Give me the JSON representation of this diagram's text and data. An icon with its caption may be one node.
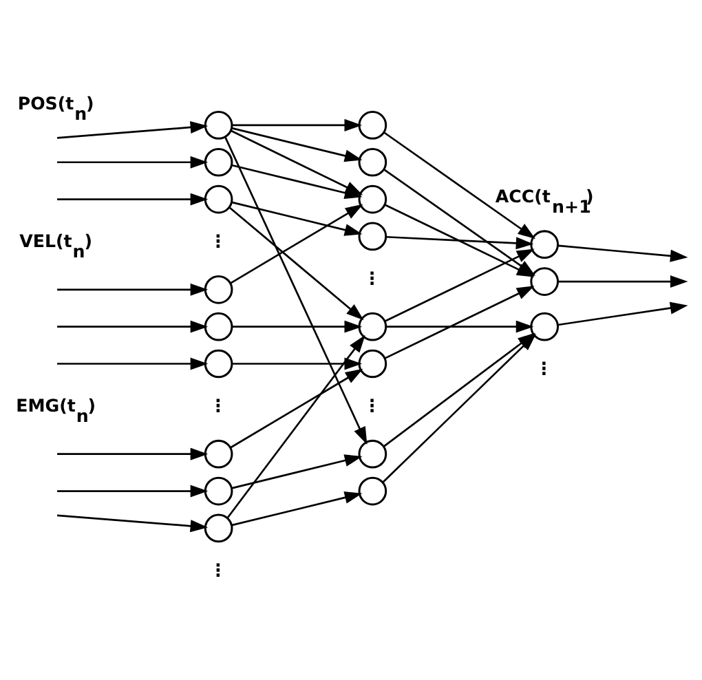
{
  "diagram": {
    "nodes": [
      {
        "text": [],
        "shape": "circle"
      },
      {
        "text": [],
        "shape": "circle"
      },
      {
        "text": [],
        "shape": "circle"
      },
      {
        "text": [],
        "shape": "circle"
      },
      {
        "text": [],
        "shape": "circle"
      },
      {
        "text": [],
        "shape": "circle"
      },
      {
        "text": [],
        "shape": "circle"
      },
      {
        "text": [],
        "shape": "circle"
      },
      {
        "text": [],
        "shape": "circle"
      },
      {
        "text": [],
        "shape": "circle"
      },
      {
        "text": [],
        "shape": "circle"
      },
      {
        "text": [],
        "shape": "circle"
      },
      {
        "text": [],
        "shape": "circle"
      },
      {
        "text": [],
        "shape": "circle"
      },
      {
        "text": [],
        "shape": "circle"
      },
      {
        "text": [],
        "shape": "circle"
      },
      {
        "text": [],
        "shape": "circle"
      },
      {
        "text": [],
        "shape": "circle"
      },
      {
        "text": [],
        "shape": "circle"
      },
      {
        "text": [],
        "shape": "circle"
      }
    ],
    "edges": [
      {
        "from": null,
        "to": 0,
        "arrow": "to"
      },
      {
        "from": null,
        "to": 1,
        "arrow": "to"
      },
      {
        "from": null,
        "to": 2,
        "arrow": "to"
      },
      {
        "from": null,
        "to": 3,
        "arrow": "to"
      },
      {
        "from": null,
        "to": 4,
        "arrow": "to"
      },
      {
        "from": null,
        "to": 5,
        "arrow": "to"
      },
      {
        "from": null,
        "to": 6,
        "arrow": "to"
      },
      {
        "from": null,
        "to": 7,
        "arrow": "to"
      },
      {
        "from": null,
        "to": 8,
        "arrow": "to"
      },
      {
        "from": 0,
        "to": 9,
        "arrow": "to"
      },
      {
        "from": 0,
        "to": 10,
        "arrow": "to"
      },
      {
        "from": 0,
        "to": 11,
        "arrow": "to"
      },
      {
        "from": 0,
        "to": 15,
        "arrow": "to"
      },
      {
        "from": 1,
        "to": 11,
        "arrow": "to"
      },
      {
        "from": 2,
        "to": 12,
        "arrow": "to"
      },
      {
        "from": 2,
        "to": 13,
        "arrow": "to"
      },
      {
        "from": 3,
        "to": 11,
        "arrow": "to"
      },
      {
        "from": 4,
        "to": 13,
        "arrow": "to"
      },
      {
        "from": 5,
        "to": 14,
        "arrow": "to"
      },
      {
        "from": 6,
        "to": 14,
        "arrow": "to"
      },
      {
        "from": 7,
        "to": 15,
        "arrow": "to"
      },
      {
        "from": 8,
        "to": 13,
        "arrow": "to"
      },
      {
        "from": 8,
        "to": 16,
        "arrow": "to"
      },
      {
        "from": 9,
        "to": 17,
        "arrow": "to"
      },
      {
        "from": 10,
        "to": 18,
        "arrow": "to"
      },
      {
        "from": 11,
        "to": 18,
        "arrow": "to"
      },
      {
        "from": 12,
        "to": 17,
        "arrow": "to"
      },
      {
        "from": 13,
        "to": 17,
        "arrow": "to"
      },
      {
        "from": 13,
        "to": 19,
        "arrow": "to"
      },
      {
        "from": 14,
        "to": 18,
        "arrow": "to"
      },
      {
        "from": 15,
        "to": 19,
        "arrow": "to"
      },
      {
        "from": 16,
        "to": 19,
        "arrow": "to"
      },
      {
        "from": 17,
        "to": null,
        "arrow": "to"
      },
      {
        "from": 18,
        "to": null,
        "arrow": "to"
      },
      {
        "from": 19,
        "to": null,
        "arrow": "to"
      }
    ],
    "labels": [
      "POS(t$_{n}$)",
      "⋮",
      "VEL(t$_{n}$)",
      "⋮",
      "EMG(t$_{n}$)",
      "⋮",
      "⋮",
      "⋮",
      "ACC(t$_{n+1}$)",
      "⋮"
    ]
  }
}
